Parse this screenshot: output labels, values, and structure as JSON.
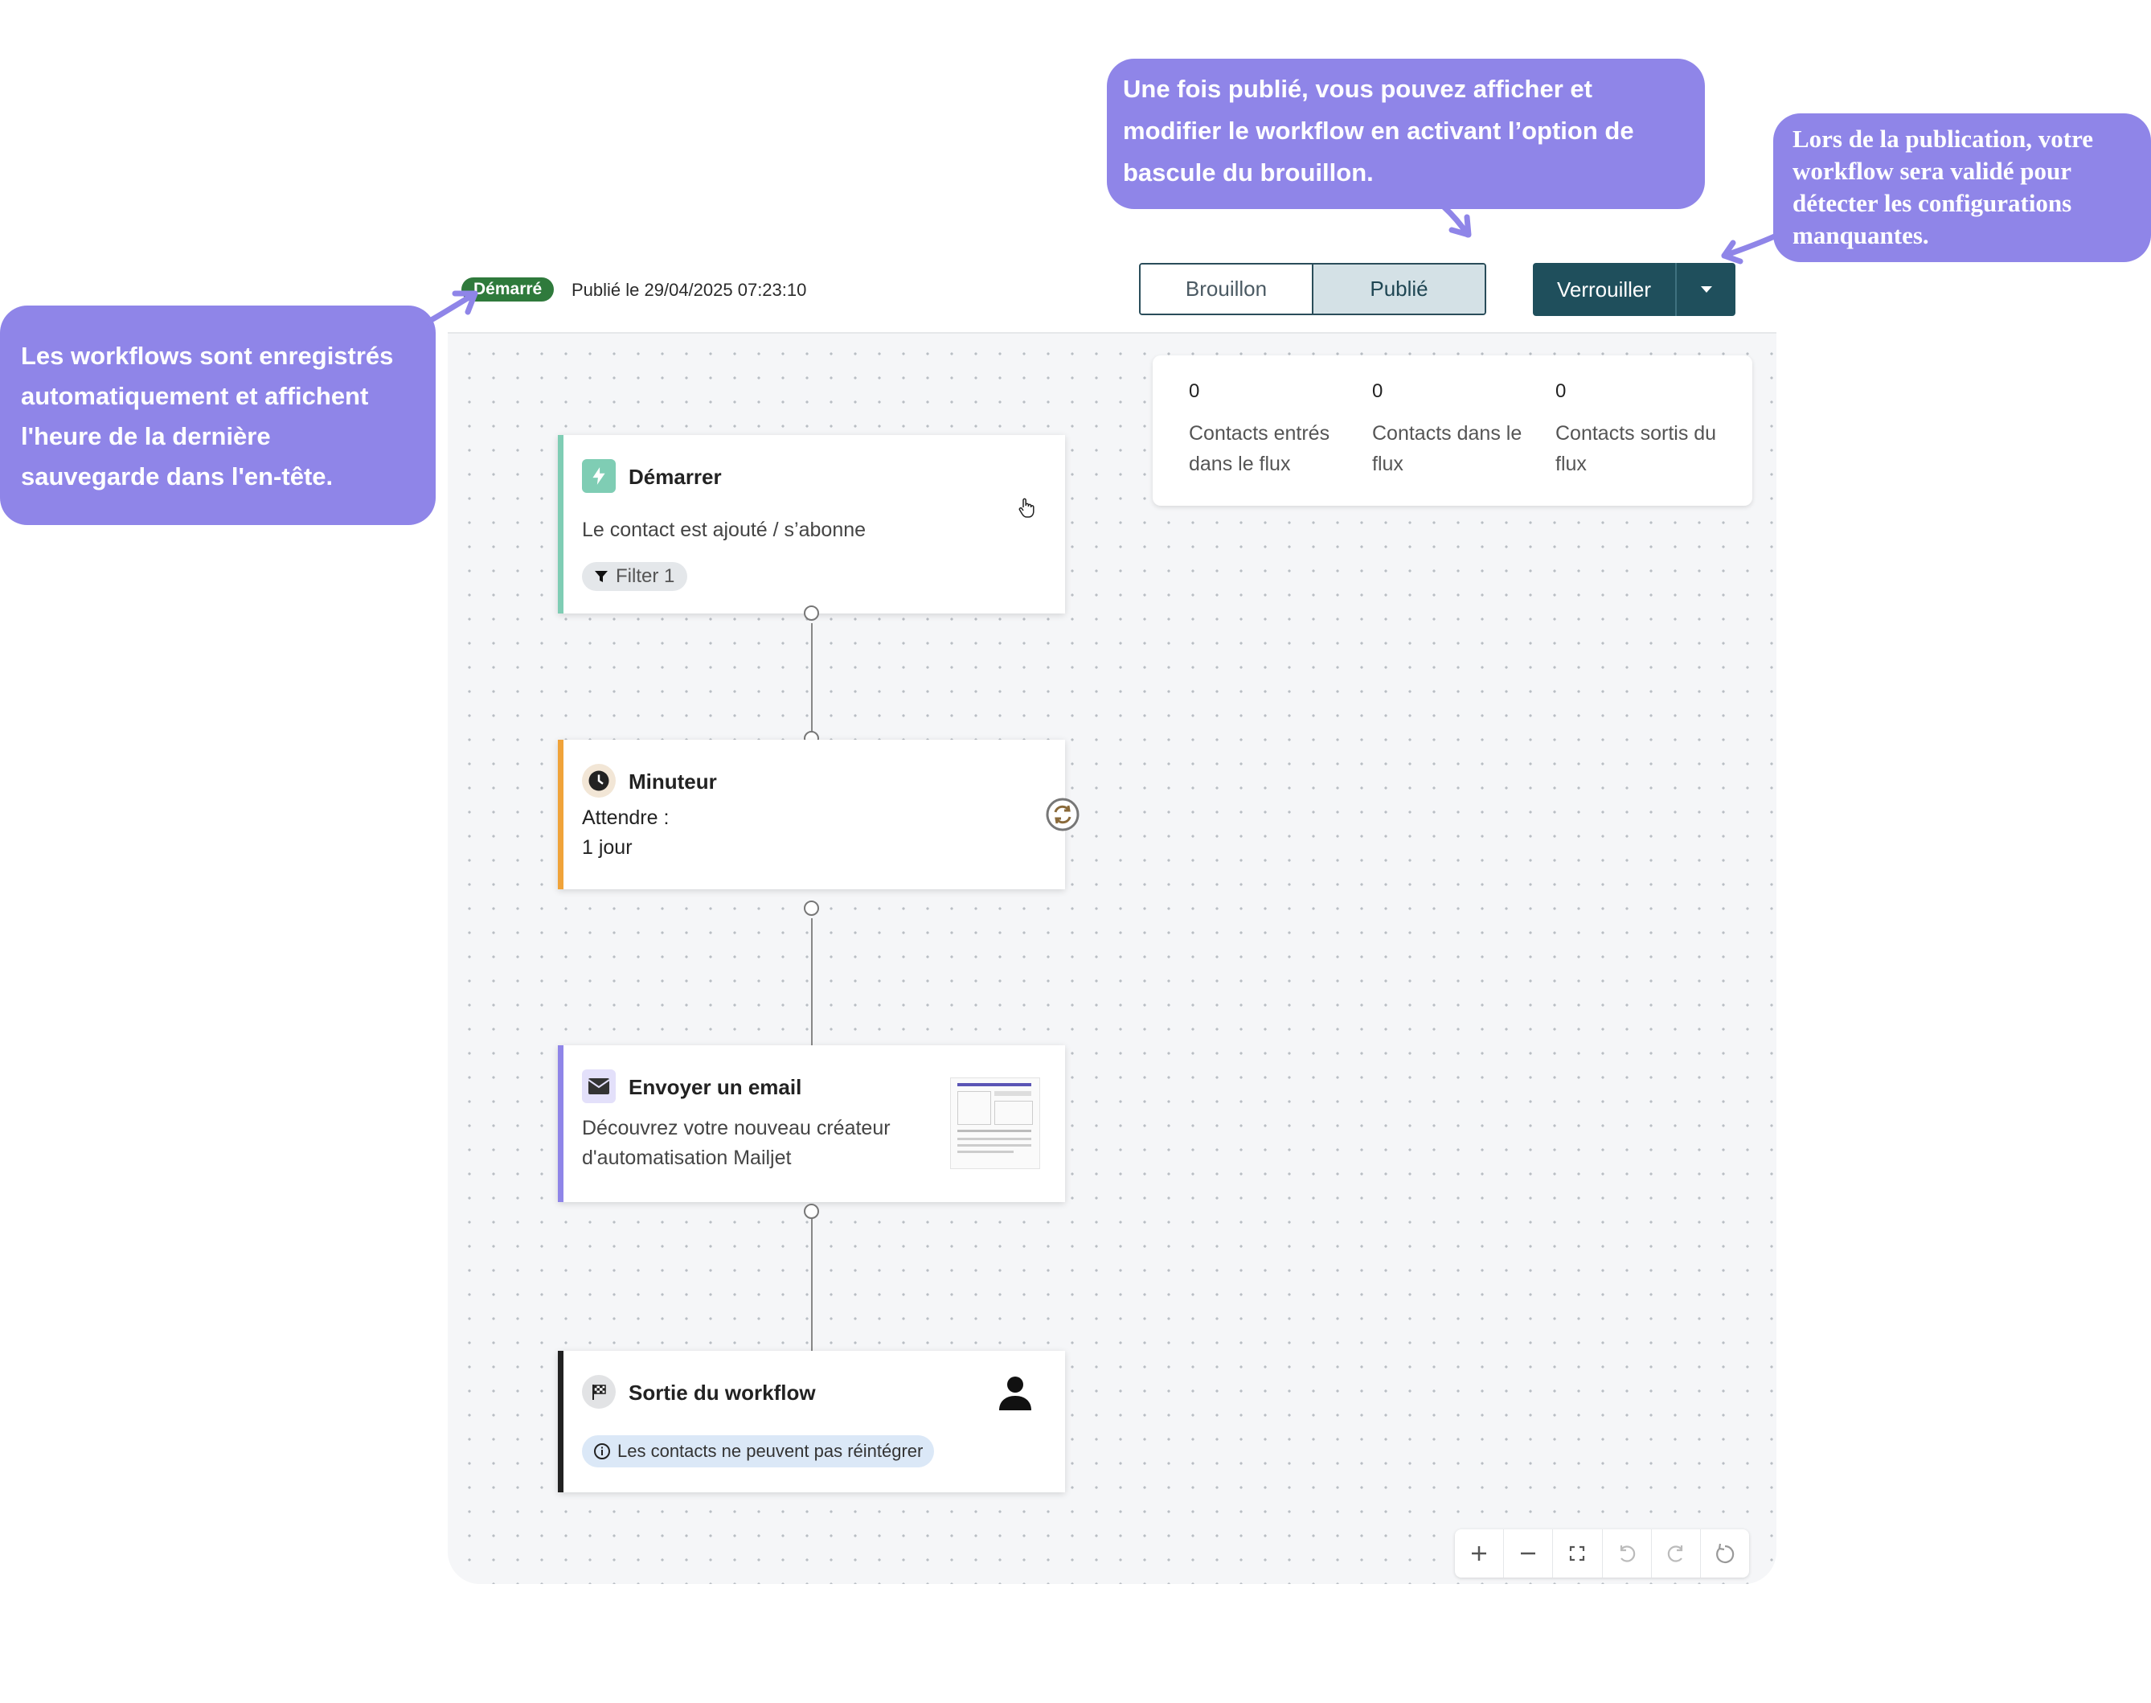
{
  "header": {
    "status_badge": "Démarré",
    "published_text": "Publié le 29/04/2025 07:23:10",
    "toggle": {
      "draft_label": "Brouillon",
      "published_label": "Publié",
      "active": "Publié"
    },
    "lock_button_label": "Verrouiller",
    "lock_menu_icon": "caret-down-icon"
  },
  "stats": [
    {
      "value": "0",
      "label": "Contacts entrés dans le flux"
    },
    {
      "value": "0",
      "label": "Contacts dans le flux"
    },
    {
      "value": "0",
      "label": "Contacts sortis du flux"
    }
  ],
  "nodes": {
    "start": {
      "title": "Démarrer",
      "description": "Le contact est ajouté / s’abonne",
      "filter_label": "Filter 1",
      "icon": "lightning-icon",
      "accent": "#7fcdb4"
    },
    "timer": {
      "title": "Minuteur",
      "wait_label": "Attendre :",
      "wait_value": "1 jour",
      "icon": "clock-icon",
      "accent": "#f0a33a"
    },
    "email": {
      "title": "Envoyer un email",
      "description": "Découvrez votre nouveau créateur d'automatisation Mailjet",
      "icon": "envelope-icon",
      "accent": "#8f85e8"
    },
    "exit": {
      "title": "Sortie du workflow",
      "info": "Les contacts ne peuvent pas réintégrer",
      "icon": "checkered-flag-icon",
      "accent": "#222222"
    }
  },
  "zoom_controls": [
    "zoom-in-icon",
    "zoom-out-icon",
    "fit-screen-icon",
    "undo-icon",
    "redo-icon",
    "reset-icon"
  ],
  "callouts": {
    "autosave": "Les workflows sont enregistrés automatiquement et affichent l'heure de la dernière sauvegarde dans l'en-tête.",
    "edit_toggle": "Une fois publié, vous pouvez afficher et modifier le workflow en activant l’option de bascule du brouillon.",
    "validation": "Lors de la publication, votre workflow sera validé pour détecter les configurations manquantes."
  },
  "colors": {
    "callout": "#8f85e8",
    "primary": "#1f4f5c",
    "started": "#2f7a3c"
  }
}
